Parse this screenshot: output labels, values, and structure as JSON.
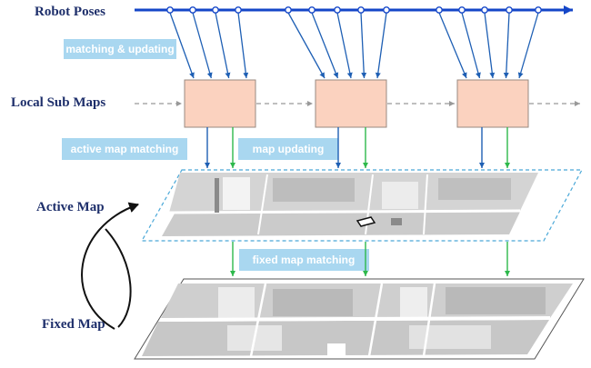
{
  "labels": {
    "robot_poses": "Robot Poses",
    "local_sub_maps": "Local Sub Maps",
    "active_map": "Active Map",
    "fixed_map": "Fixed Map"
  },
  "tags": {
    "matching_updating": "matching & updating",
    "active_map_matching": "active map matching",
    "map_updating": "map updating",
    "fixed_map_matching": "fixed map matching"
  },
  "colors": {
    "pose_line": "#1446c8",
    "match_arrow": "#1e5fb4",
    "update_arrow": "#2db84b",
    "submap_fill": "#fbd2bf",
    "submap_stroke": "#9a8a82",
    "tag_bg": "#a9d7f0",
    "label_text": "#1e2f6b",
    "map_gray": "#c6c6c6",
    "active_border": "#4aa8d8"
  }
}
